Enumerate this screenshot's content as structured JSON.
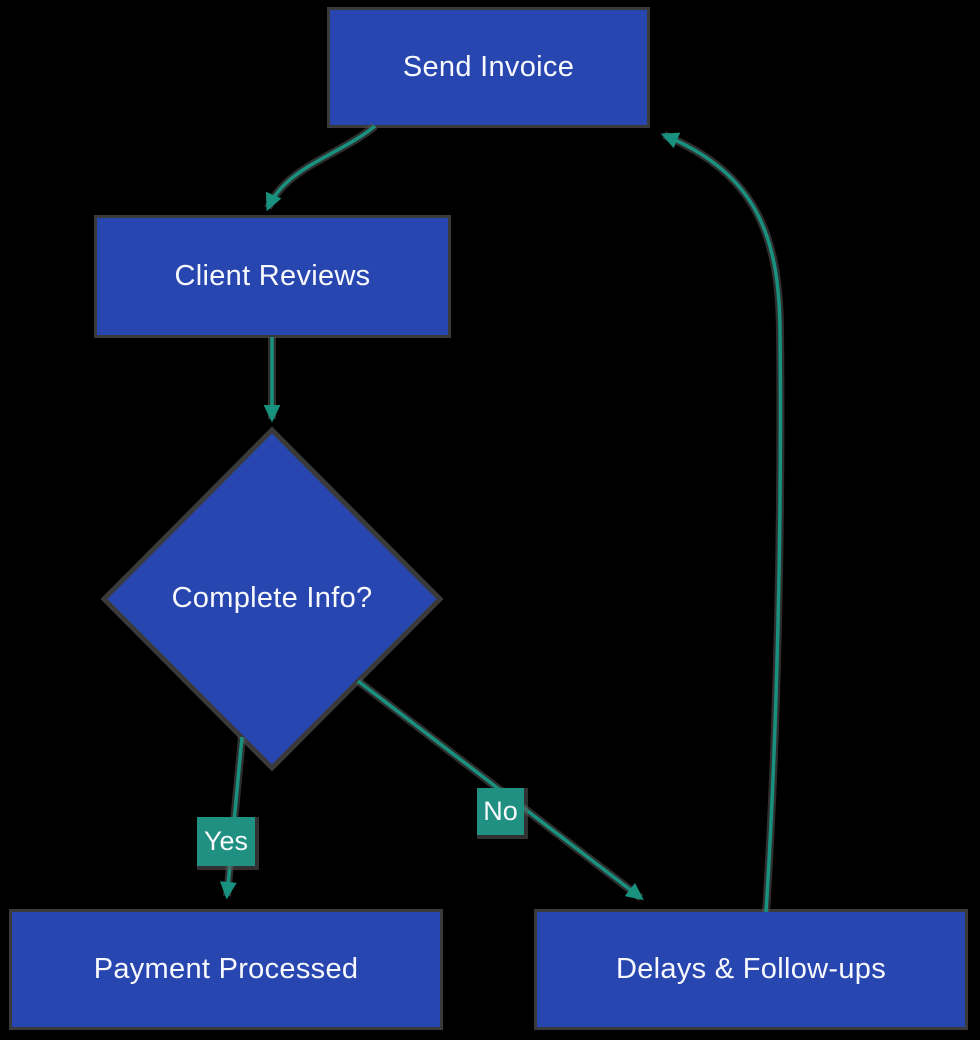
{
  "diagram": {
    "type": "flowchart",
    "background": "#000000",
    "colors": {
      "node_fill": "#2846B0",
      "node_outline": "#3a3a3a",
      "edge": "#19917F",
      "badge_fill": "#1F9082",
      "text": "#F7F9FC"
    },
    "nodes": [
      {
        "id": "send-invoice",
        "shape": "rect",
        "label": "Send Invoice"
      },
      {
        "id": "client-reviews",
        "shape": "rect",
        "label": "Client Reviews"
      },
      {
        "id": "complete-info",
        "shape": "diamond",
        "label": "Complete Info?"
      },
      {
        "id": "payment-processed",
        "shape": "rect",
        "label": "Payment Processed"
      },
      {
        "id": "delays-followups",
        "shape": "rect",
        "label": "Delays & Follow-ups"
      }
    ],
    "edges": [
      {
        "from": "send-invoice",
        "to": "client-reviews",
        "label": ""
      },
      {
        "from": "client-reviews",
        "to": "complete-info",
        "label": ""
      },
      {
        "from": "complete-info",
        "to": "payment-processed",
        "label": "Yes"
      },
      {
        "from": "complete-info",
        "to": "delays-followups",
        "label": "No"
      },
      {
        "from": "delays-followups",
        "to": "send-invoice",
        "label": ""
      }
    ]
  }
}
